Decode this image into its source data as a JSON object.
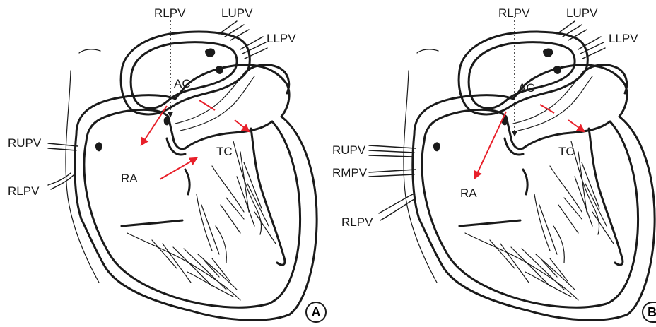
{
  "panels": [
    {
      "badge": "A",
      "labels": {
        "rlpv_top": "RLPV",
        "lupv": "LUPV",
        "llpv": "LLPV",
        "ac": "AC",
        "rupv": "RUPV",
        "rlpv_side": "RLPV",
        "ra": "RA",
        "tc": "TC"
      }
    },
    {
      "badge": "B",
      "labels": {
        "rlpv_top": "RLPV",
        "lupv": "LUPV",
        "llpv": "LLPV",
        "ac": "AC",
        "rupv": "RUPV",
        "rmpv": "RMPV",
        "rlpv_side": "RLPV",
        "ra": "RA",
        "tc": "TC"
      }
    }
  ],
  "colors": {
    "line": "#1a1a1a",
    "arrow": "#e8202a",
    "background": "#ffffff"
  }
}
